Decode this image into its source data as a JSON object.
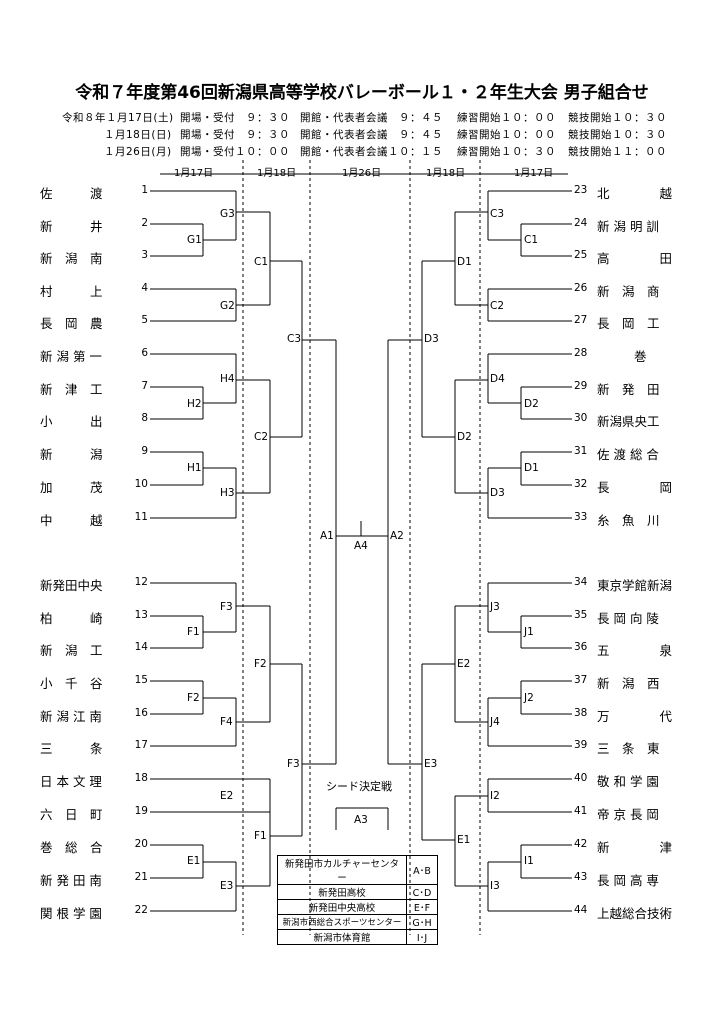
{
  "title": "令和７年度第46回新潟県高等学校バレーボール１・２年生大会 男子組合せ",
  "schedule": [
    {
      "date": "令和８年１月17日(土)",
      "open": "開場・受付　９：３０",
      "meeting": "開館・代表者会議　９：４５",
      "practice": "練習開始１０：００",
      "start": "競技開始１０：３０"
    },
    {
      "date": "１月18日(日)",
      "open": "開場・受付　９：３０",
      "meeting": "開館・代表者会議　９：４５",
      "practice": "練習開始１０：００",
      "start": "競技開始１０：３０"
    },
    {
      "date": "１月26日(月)",
      "open": "開場・受付１０：００",
      "meeting": "開館・代表者会議１０：１５",
      "practice": "練習開始１０：３０",
      "start": "競技開始１１：００"
    }
  ],
  "day_headers": [
    "1月17日",
    "1月18日",
    "1月26日",
    "1月18日",
    "1月17日"
  ],
  "left_teams": [
    {
      "num": "1",
      "name": "佐　　　渡"
    },
    {
      "num": "2",
      "name": "新　　　井"
    },
    {
      "num": "3",
      "name": "新　潟　南"
    },
    {
      "num": "4",
      "name": "村　　　上"
    },
    {
      "num": "5",
      "name": "長　岡　農"
    },
    {
      "num": "6",
      "name": "新 潟 第 一"
    },
    {
      "num": "7",
      "name": "新　津　工"
    },
    {
      "num": "8",
      "name": "小　　　出"
    },
    {
      "num": "9",
      "name": "新　　　潟"
    },
    {
      "num": "10",
      "name": "加　　　茂"
    },
    {
      "num": "11",
      "name": "中　　　越"
    },
    {
      "num": "12",
      "name": "新発田中央"
    },
    {
      "num": "13",
      "name": "柏　　　崎"
    },
    {
      "num": "14",
      "name": "新　潟　工"
    },
    {
      "num": "15",
      "name": "小　千　谷"
    },
    {
      "num": "16",
      "name": "新 潟 江 南"
    },
    {
      "num": "17",
      "name": "三　　　条"
    },
    {
      "num": "18",
      "name": "日 本 文 理"
    },
    {
      "num": "19",
      "name": "六　日　町"
    },
    {
      "num": "20",
      "name": "巻　総　合"
    },
    {
      "num": "21",
      "name": "新 発 田 南"
    },
    {
      "num": "22",
      "name": "関 根 学 園"
    }
  ],
  "right_teams": [
    {
      "num": "23",
      "name": "北　　　　越"
    },
    {
      "num": "24",
      "name": "新 潟 明 訓"
    },
    {
      "num": "25",
      "name": "高　　　　田"
    },
    {
      "num": "26",
      "name": "新　潟　商"
    },
    {
      "num": "27",
      "name": "長　岡　工"
    },
    {
      "num": "28",
      "name": "巻"
    },
    {
      "num": "29",
      "name": "新　発　田"
    },
    {
      "num": "30",
      "name": "新潟県央工"
    },
    {
      "num": "31",
      "name": "佐 渡 総 合"
    },
    {
      "num": "32",
      "name": "長　　　　岡"
    },
    {
      "num": "33",
      "name": "糸　魚　川"
    },
    {
      "num": "34",
      "name": "東京学館新潟"
    },
    {
      "num": "35",
      "name": "長 岡 向 陵"
    },
    {
      "num": "36",
      "name": "五　　　　泉"
    },
    {
      "num": "37",
      "name": "新　潟　西"
    },
    {
      "num": "38",
      "name": "万　　　　代"
    },
    {
      "num": "39",
      "name": "三　条　東"
    },
    {
      "num": "40",
      "name": "敬 和 学 園"
    },
    {
      "num": "41",
      "name": "帝 京 長 岡"
    },
    {
      "num": "42",
      "name": "新　　　　津"
    },
    {
      "num": "43",
      "name": "長 岡 高 専"
    },
    {
      "num": "44",
      "name": "上越総合技術"
    }
  ],
  "match_codes": {
    "G3": "G3",
    "G1": "G1",
    "G2": "G2",
    "C1": "C1",
    "H4": "H4",
    "H2": "H2",
    "H1": "H1",
    "H3": "H3",
    "C2": "C2",
    "C3": "C3",
    "F3": "F3",
    "F1L": "F1",
    "F2L": "F2",
    "F4": "F4",
    "E2": "E2",
    "E1L": "E1",
    "E3": "E3",
    "F2": "F2",
    "F1": "F1",
    "F3b": "F3",
    "A1": "A1",
    "A4": "A4",
    "A2": "A2",
    "A3": "A3",
    "D1": "D1",
    "D3": "D3",
    "D2": "D2",
    "RC3": "C3",
    "RC1": "C1",
    "RC2": "C2",
    "D4": "D4",
    "RD2": "D2",
    "RD1": "D1",
    "RD3": "D3",
    "J3": "J3",
    "J1": "J1",
    "J2": "J2",
    "J4": "J4",
    "RE2": "E2",
    "RE3": "E3",
    "RE1": "E1",
    "I2": "I2",
    "I1": "I1",
    "I3": "I3"
  },
  "seed_label": "シード決定戦",
  "venues": [
    {
      "name": "新発田市カルチャーセンター",
      "codes": "A･B"
    },
    {
      "name": "新発田高校",
      "codes": "C･D"
    },
    {
      "name": "新発田中央高校",
      "codes": "E･F"
    },
    {
      "name": "新潟市西総合スポーツセンター",
      "codes": "G･H"
    },
    {
      "name": "新潟市体育館",
      "codes": "I･J"
    }
  ]
}
